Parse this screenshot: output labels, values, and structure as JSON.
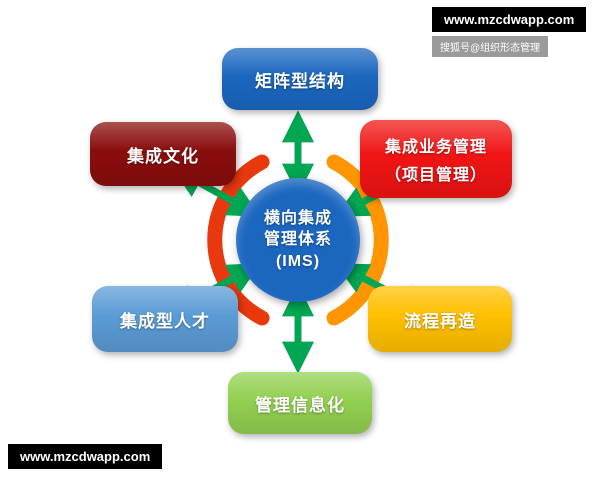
{
  "watermarks": {
    "top_right": "www.mzcdwapp.com",
    "top_right_sub": "搜狐号@组织形态管理",
    "bottom_left": "www.mzcdwapp.com"
  },
  "hub": {
    "line1": "横向集成",
    "line2": "管理体系",
    "line3": "(IMS)",
    "color": "#1b67c0"
  },
  "nodes": [
    {
      "id": "matrix",
      "label": "矩阵型结构",
      "color": "#1b67c0"
    },
    {
      "id": "culture",
      "label": "集成文化",
      "color": "#8a0d0d"
    },
    {
      "id": "business",
      "label": "集成业务管理",
      "label2": "（项目管理）",
      "color": "#f11414"
    },
    {
      "id": "talent",
      "label": "集成型人才",
      "color": "#5b9bd5"
    },
    {
      "id": "process",
      "label": "流程再造",
      "color": "#ffc000"
    },
    {
      "id": "info",
      "label": "管理信息化",
      "color": "#92d050"
    }
  ],
  "graphics": {
    "arrow_color": "#00a651",
    "arrow_edge_color": "#0a6e33",
    "ring_left_color": "#e8380d",
    "ring_right_color": "#ff9500"
  }
}
